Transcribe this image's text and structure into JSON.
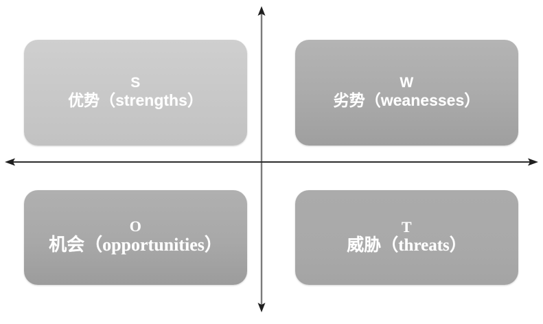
{
  "diagram": {
    "type": "swot-matrix",
    "axes": {
      "vertical": {
        "name": "vertical-axis",
        "color": "#7a7a7a",
        "arrow_top": true,
        "arrow_bottom": true
      },
      "horizontal": {
        "name": "horizontal-axis",
        "color": "#2b2b2b",
        "arrow_left": true,
        "arrow_right": true
      }
    },
    "quadrants": [
      {
        "key": "S",
        "position": "top-left",
        "letter": "S",
        "caption": "优势（strengths）",
        "fill": "#c9c9c9",
        "text_color": "#ffffff"
      },
      {
        "key": "W",
        "position": "top-right",
        "letter": "W",
        "caption": "劣势（weanesses）",
        "fill": "#ababab",
        "text_color": "#ffffff"
      },
      {
        "key": "O",
        "position": "bottom-left",
        "letter": "O",
        "caption": "机会（opportunities）",
        "fill": "#a8a8a8",
        "text_color": "#ffffff"
      },
      {
        "key": "T",
        "position": "bottom-right",
        "letter": "T",
        "caption": "威胁（threats）",
        "fill": "#a9a9a9",
        "text_color": "#ffffff"
      }
    ]
  }
}
